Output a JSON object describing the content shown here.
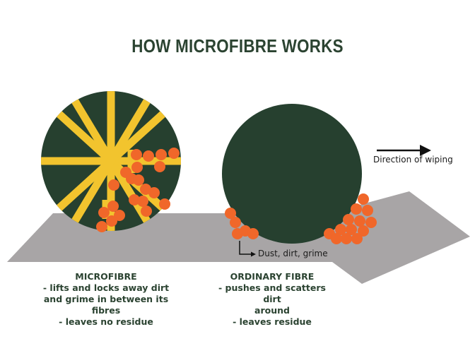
{
  "title": "HOW MICROFIBRE WORKS",
  "labels": {
    "direction": "Direction of wiping",
    "dust": "Dust, dirt, grime"
  },
  "microfibre": {
    "heading": "MICROFIBRE",
    "lines": [
      "- lifts and locks away dirt",
      "and grime in between its",
      "fibres",
      "- leaves no residue"
    ]
  },
  "ordinary": {
    "heading": "ORDINARY FIBRE",
    "lines": [
      "- pushes and scatters dirt",
      "around",
      "- leaves residue"
    ]
  },
  "colors": {
    "title": "#2b4331",
    "fibre": "#26402f",
    "strand": "#f2c42e",
    "dirt": "#f0672a",
    "surface": "#a8a5a6",
    "arrow": "#111111"
  }
}
